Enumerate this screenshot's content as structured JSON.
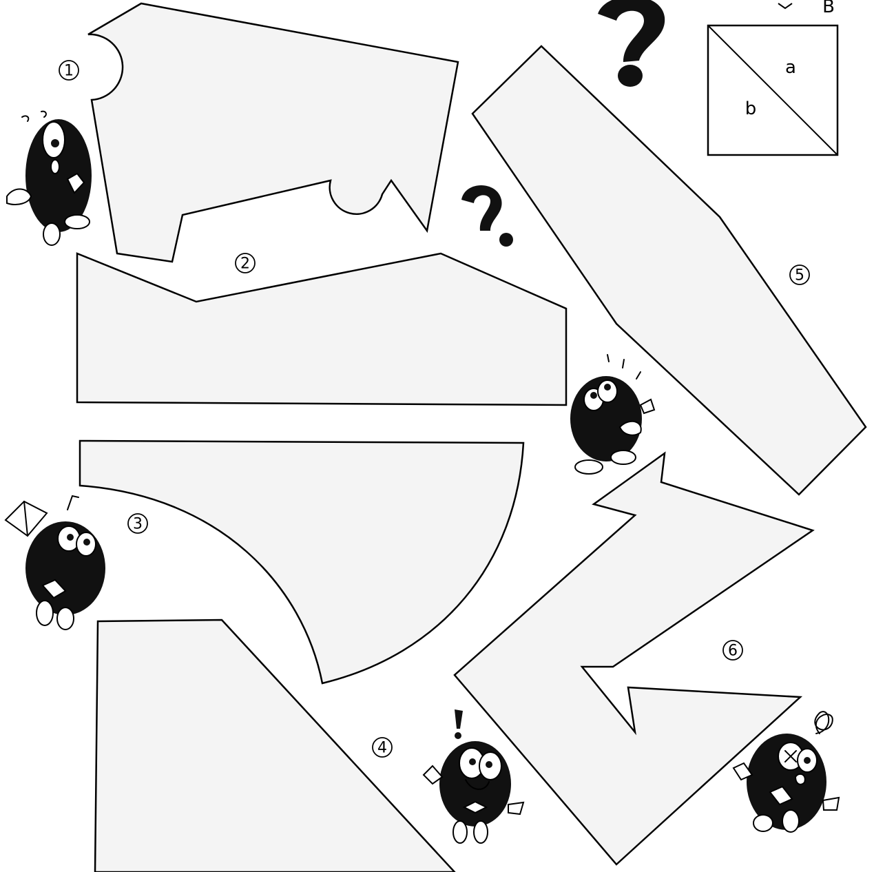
{
  "pieces": [
    {
      "id": "1",
      "number": "①"
    },
    {
      "id": "2",
      "number": "②"
    },
    {
      "id": "3",
      "number": "③"
    },
    {
      "id": "4",
      "number": "④"
    },
    {
      "id": "5",
      "number": "⑤"
    },
    {
      "id": "6",
      "number": "⑥"
    }
  ],
  "legend": {
    "corner_label": "B",
    "label_a": "a",
    "label_b": "b"
  },
  "decorations": {
    "question_mark": "?",
    "exclamation": "!"
  },
  "colors": {
    "piece_fill": "#f4f4f4",
    "outline": "#000000",
    "background": "#ffffff"
  }
}
